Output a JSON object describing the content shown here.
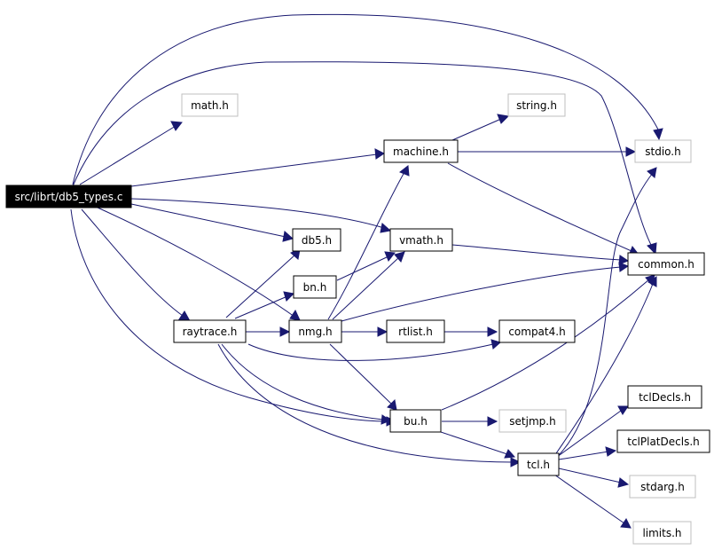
{
  "graph": {
    "colors": {
      "edge": "#191970",
      "root_fill": "#000000",
      "root_text": "#ffffff",
      "missing_border": "#bfbfbf"
    },
    "nodes": {
      "root": "src/librt/db5_types.c",
      "math": "math.h",
      "string": "string.h",
      "machine": "machine.h",
      "stdio": "stdio.h",
      "db5": "db5.h",
      "vmath": "vmath.h",
      "common": "common.h",
      "bn": "bn.h",
      "raytrace": "raytrace.h",
      "nmg": "nmg.h",
      "rtlist": "rtlist.h",
      "compat4": "compat4.h",
      "bu": "bu.h",
      "setjmp": "setjmp.h",
      "tclDecls": "tclDecls.h",
      "tcl": "tcl.h",
      "tclPlatDecls": "tclPlatDecls.h",
      "stdarg": "stdarg.h",
      "limits": "limits.h"
    }
  }
}
